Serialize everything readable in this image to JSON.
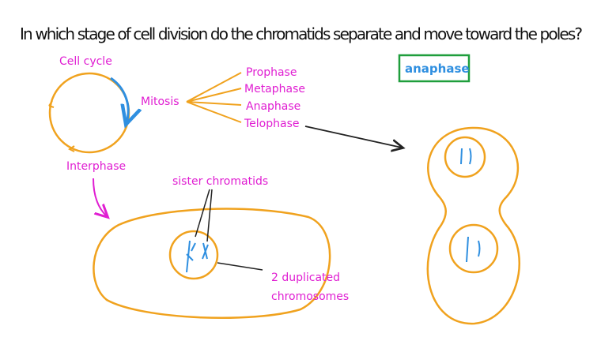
{
  "question": "In which stage of cell division do the chromatids separate and move toward the poles?",
  "answer": "anaphase",
  "labels": {
    "cell_cycle": "Cell cycle",
    "mitosis": "Mitosis",
    "interphase": "Interphase",
    "sister_chromatids": "sister chromatids",
    "duplicated_line1": "2 duplicated",
    "duplicated_line2": "chromosomes"
  },
  "mitosis_stages": [
    "Prophase",
    "Metaphase",
    "Anaphase",
    "Telophase"
  ],
  "colors": {
    "label": "#e01ed2",
    "cell": "#f0a21e",
    "chromosome": "#2f8fe0",
    "answer_box": "#1f9e3c",
    "ink": "#111111"
  }
}
